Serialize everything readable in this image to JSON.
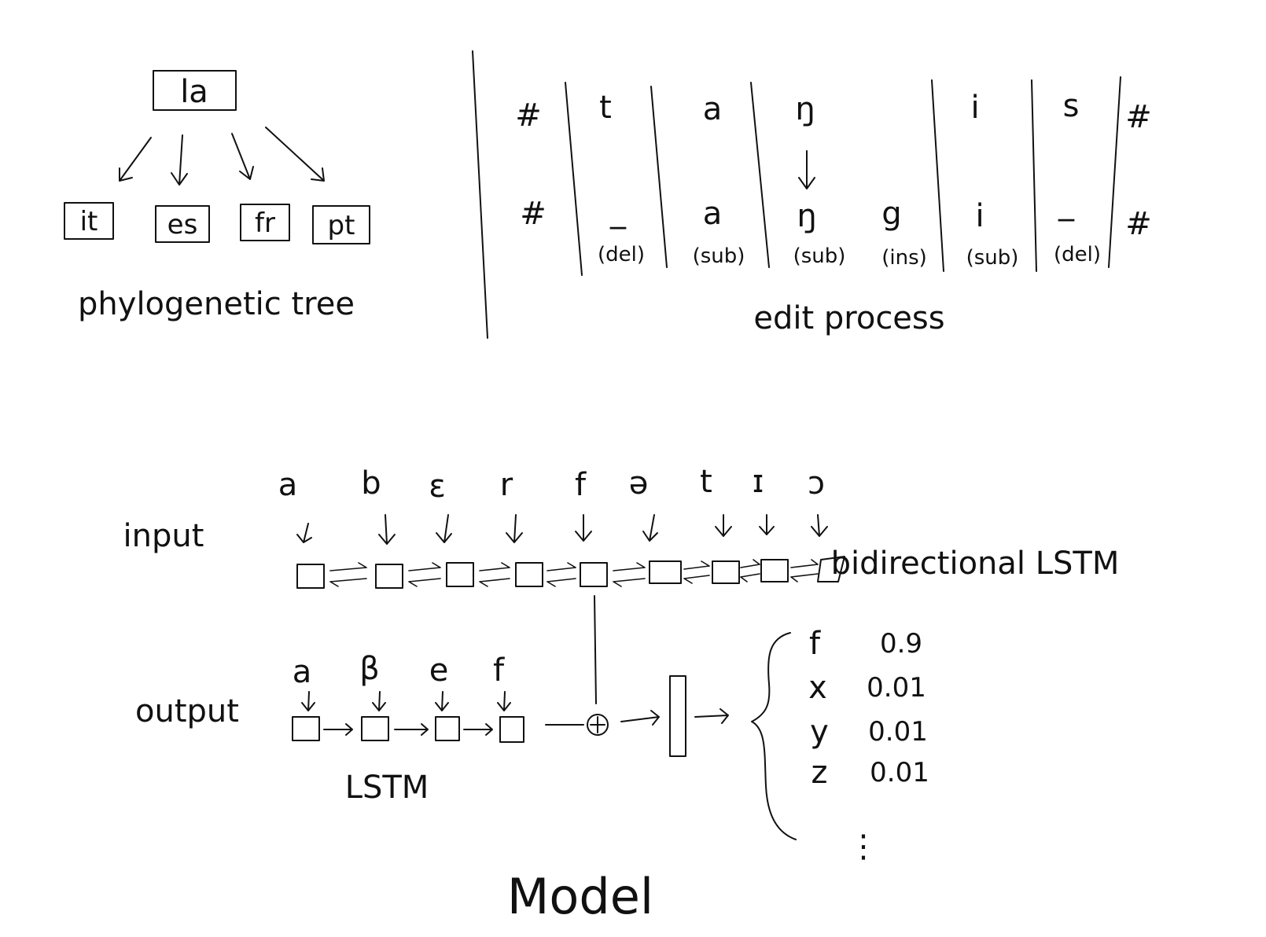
{
  "tree": {
    "root": "la",
    "leaves": [
      "it",
      "es",
      "fr",
      "pt"
    ],
    "caption": "phylogenetic tree"
  },
  "edit": {
    "boundary": "#",
    "source": [
      "t",
      "a",
      "ŋ",
      "i",
      "s"
    ],
    "target": [
      "_",
      "a",
      "ŋ",
      "g",
      "i",
      "_"
    ],
    "ops": [
      "(del)",
      "(sub)",
      "(sub)",
      "(ins)",
      "(sub)",
      "(del)"
    ],
    "caption": "edit process"
  },
  "model": {
    "input_label": "input",
    "input_tokens": [
      "a",
      "b",
      "ɛ",
      "r",
      "f",
      "ə",
      "t",
      "ɪ",
      "ɔ"
    ],
    "bilstm_label": "bidirectional LSTM",
    "output_label": "output",
    "output_tokens": [
      "a",
      "β",
      "e",
      "f"
    ],
    "lstm_label": "LSTM",
    "concat_symbol": "⊕",
    "distribution": [
      {
        "symbol": "f",
        "prob": "0.9"
      },
      {
        "symbol": "x",
        "prob": "0.01"
      },
      {
        "symbol": "y",
        "prob": "0.01"
      },
      {
        "symbol": "z",
        "prob": "0.01"
      }
    ],
    "ellipsis": "⋮",
    "title": "Model"
  }
}
